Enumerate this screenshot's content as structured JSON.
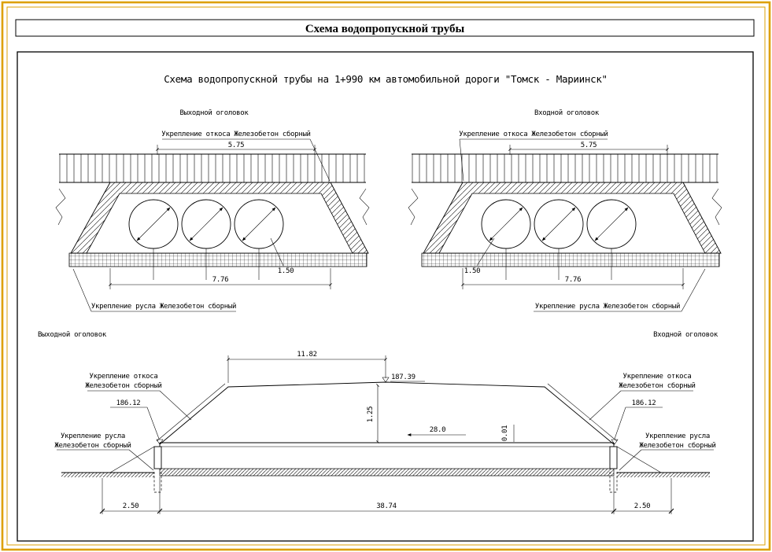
{
  "sheet": {
    "title": "Схема водопропускной трубы"
  },
  "drawing": {
    "title": "Схема водопропускной трубы на 1+990 км автомобильной дороги \"Томск - Мариинск\""
  },
  "outlet": {
    "label": "Выходной оголовок",
    "slope_note": "Укрепление откоса Железобетон сборный",
    "bed_note": "Укрепление русла Железобетон сборный",
    "dim_top": "5.75",
    "dim_bottom": "7.76",
    "dim_pipe": "1.50"
  },
  "inlet": {
    "label": "Входной оголовок",
    "slope_note": "Укрепление откоса Железобетон сборный",
    "bed_note": "Укрепление русла Железобетон сборный",
    "dim_top": "5.75",
    "dim_bottom": "7.76",
    "dim_pipe": "1.50"
  },
  "profile": {
    "outlet_label": "Выходной оголовок",
    "inlet_label": "Входной оголовок",
    "slope_note_line1": "Укрепление откоса",
    "slope_note_line2": "Железобетон сборный",
    "bed_note_line1": "Укрепление русла",
    "bed_note_line2": "Железобетон сборный",
    "dim_crest_width": "11.82",
    "elev_crest": "187.39",
    "dim_height": "1.25",
    "dim_flow": "28.0",
    "slope_value": "0.01",
    "elev_left": "186.12",
    "elev_right": "186.12",
    "dim_apron_left": "2.50",
    "dim_apron_right": "2.50",
    "dim_length": "38.74"
  }
}
